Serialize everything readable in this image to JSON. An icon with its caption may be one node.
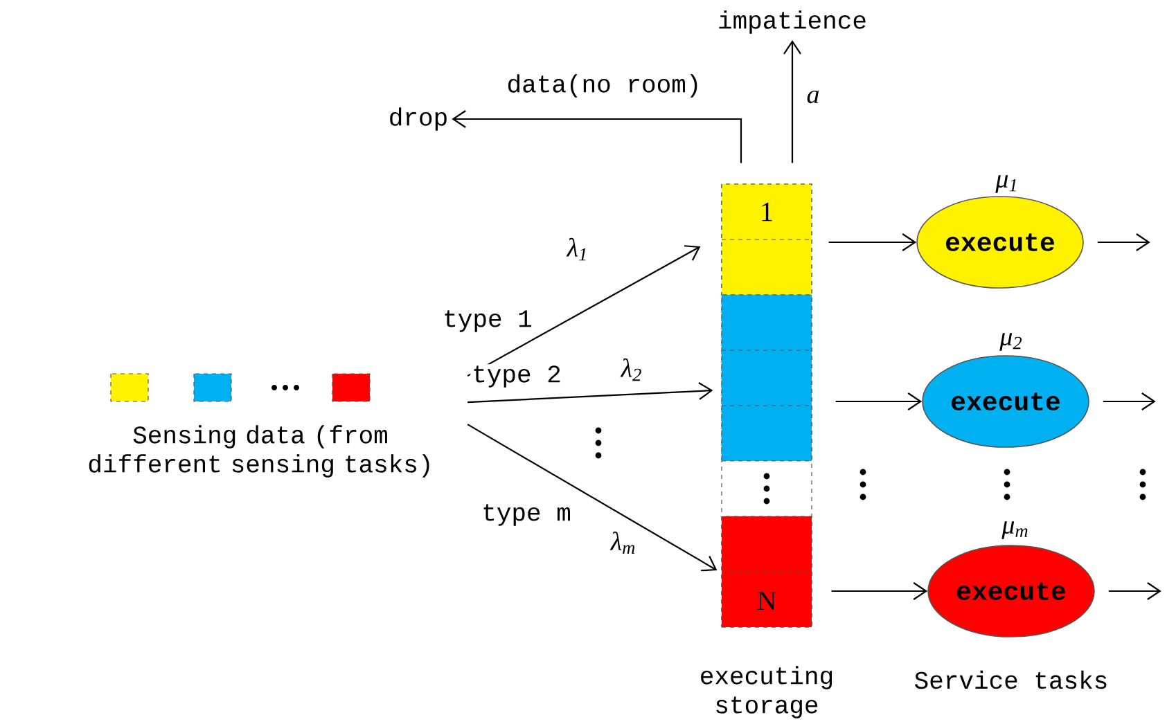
{
  "diagram": {
    "nodes": [
      {
        "text": [
          "drop"
        ]
      },
      {
        "text": [
          "impatience"
        ]
      },
      {
        "text": [
          "Sensing data (from different sensing tasks)"
        ]
      },
      {
        "text": [],
        "shape": "box",
        "beside": [
          "executing storage"
        ]
      },
      {
        "text": [
          "1"
        ],
        "in": 3
      },
      {
        "text": [],
        "shape": "box",
        "in": 3
      },
      {
        "text": [
          "N"
        ],
        "in": 3
      },
      {
        "text": [
          "execute"
        ],
        "beside": [
          "μ$_{1}$"
        ]
      },
      {
        "text": [
          "execute"
        ],
        "beside": [
          "μ$_{2}$"
        ]
      },
      {
        "text": [
          "execute"
        ],
        "beside": [
          "μ$_{m}$"
        ]
      }
    ],
    "edges": [
      {
        "from": 3,
        "to": 0,
        "arrow": "to",
        "label": "data(no room)"
      },
      {
        "from": 3,
        "to": 1,
        "arrow": "to",
        "label": "a"
      },
      {
        "from": 2,
        "to": 4,
        "arrow": "to",
        "label": "type 1"
      },
      {
        "from": 2,
        "to": 5,
        "arrow": "to",
        "label": "type 2"
      },
      {
        "from": 2,
        "to": 6,
        "arrow": "to",
        "label": "type m"
      },
      {
        "from": 4,
        "to": 7,
        "arrow": "to"
      },
      {
        "from": 5,
        "to": 8,
        "arrow": "to"
      },
      {
        "from": 6,
        "to": 9,
        "arrow": "to"
      },
      {
        "from": 7,
        "to": null,
        "arrow": "to"
      },
      {
        "from": 8,
        "to": null,
        "arrow": "to"
      },
      {
        "from": 9,
        "to": null,
        "arrow": "to"
      }
    ],
    "labels": [
      "λ$_{1}$",
      "λ$_{2}$",
      "λ$_{m}$",
      "Service tasks"
    ]
  }
}
